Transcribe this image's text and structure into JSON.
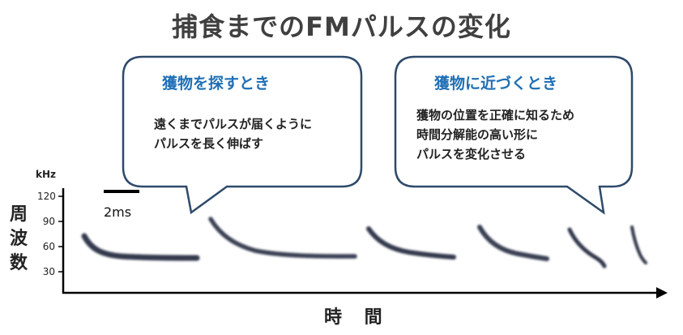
{
  "title": "捕食までのFMパルスの変化",
  "bubbles": [
    {
      "title": "獲物を探すとき",
      "lines": [
        "遠くまでパルスが届くように",
        "パルスを長く伸ばす"
      ]
    },
    {
      "title": "獲物に近づくとき",
      "lines": [
        "獲物の位置を正確に知るため",
        "時間分解能の高い形に",
        "パルスを変化させる"
      ]
    }
  ],
  "axis": {
    "unit": "kHz",
    "ticks": [
      "120",
      "90",
      "60",
      "30"
    ],
    "y_label": [
      "周",
      "波",
      "数"
    ],
    "x_label": "時 間"
  },
  "scale_bar": {
    "label": "2ms"
  },
  "colors": {
    "title": "#404040",
    "bubble_title": "#1f6fb5",
    "bubble_border": "#2e4a6b",
    "pulse": "#1a2035"
  }
}
